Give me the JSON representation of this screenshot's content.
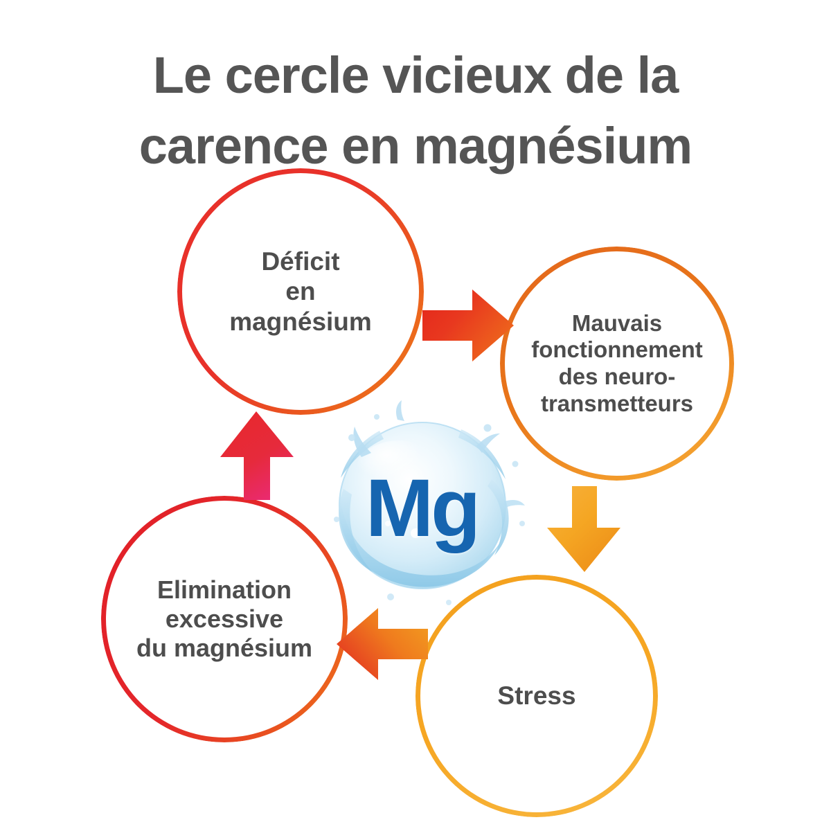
{
  "page": {
    "background_color": "#ffffff",
    "text_color": "#4d4d4d"
  },
  "title": {
    "line1": "Le cercle vicieux de la",
    "line2": "carence en magnésium",
    "color": "#555555"
  },
  "center": {
    "symbol": "Mg",
    "symbol_color": "#1665b0",
    "graphic_name": "water-splash-sphere",
    "graphic_color": "#bfe0f2"
  },
  "nodes": [
    {
      "id": "deficit",
      "lines": [
        "Déficit",
        "en",
        "magnésium"
      ],
      "ring_color": "#e8312a",
      "ring_color_end": "#ef7d1a"
    },
    {
      "id": "neuro",
      "lines": [
        "Mauvais",
        "fonctionnement",
        "des neuro-",
        "transmetteurs"
      ],
      "ring_color": "#e8751a",
      "ring_color_end": "#f6ad38"
    },
    {
      "id": "stress",
      "lines": [
        "Stress"
      ],
      "ring_color": "#f6a623",
      "ring_color_end": "#f8b73f"
    },
    {
      "id": "elimination",
      "lines": [
        "Elimination",
        "excessive",
        "du magnésium"
      ],
      "ring_color": "#e11f28",
      "ring_color_end": "#ef7a1b"
    }
  ],
  "arrows": [
    {
      "id": "right",
      "direction": "right",
      "from": "deficit",
      "to": "neuro",
      "color_start": "#e8291f",
      "color_end": "#ef6a1e"
    },
    {
      "id": "down",
      "direction": "down",
      "from": "neuro",
      "to": "stress",
      "color_start": "#f5a623",
      "color_end": "#ef8c1a"
    },
    {
      "id": "left",
      "direction": "left",
      "from": "stress",
      "to": "elimination",
      "color_start": "#f09020",
      "color_end": "#e22b25"
    },
    {
      "id": "up",
      "direction": "up",
      "from": "elimination",
      "to": "deficit",
      "color_start": "#e8272c",
      "color_end": "#ea2a72"
    }
  ]
}
